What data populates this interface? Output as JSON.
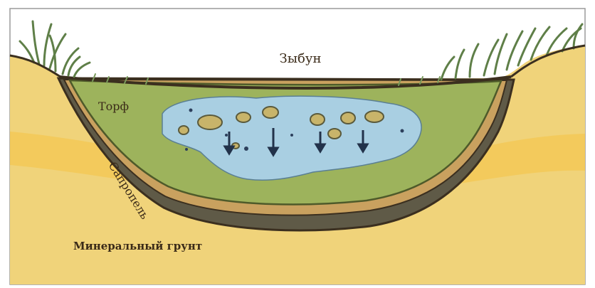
{
  "labels": {
    "top": "Зыбун",
    "peat": "Торф",
    "sapropel": "Сапропель",
    "mineral": "Минеральный грунт"
  },
  "colors": {
    "soil": "#f0d37a",
    "soil_band": "#f4c24a",
    "peat": "#9db35c",
    "peat_dark": "#6f7f3c",
    "water": "#a9cfe2",
    "sapropel": "#5f5a47",
    "sapropel_light": "#c9a15f",
    "outline": "#3b2f1f",
    "sky": "#ffffff",
    "grass": "#5f7f48"
  }
}
